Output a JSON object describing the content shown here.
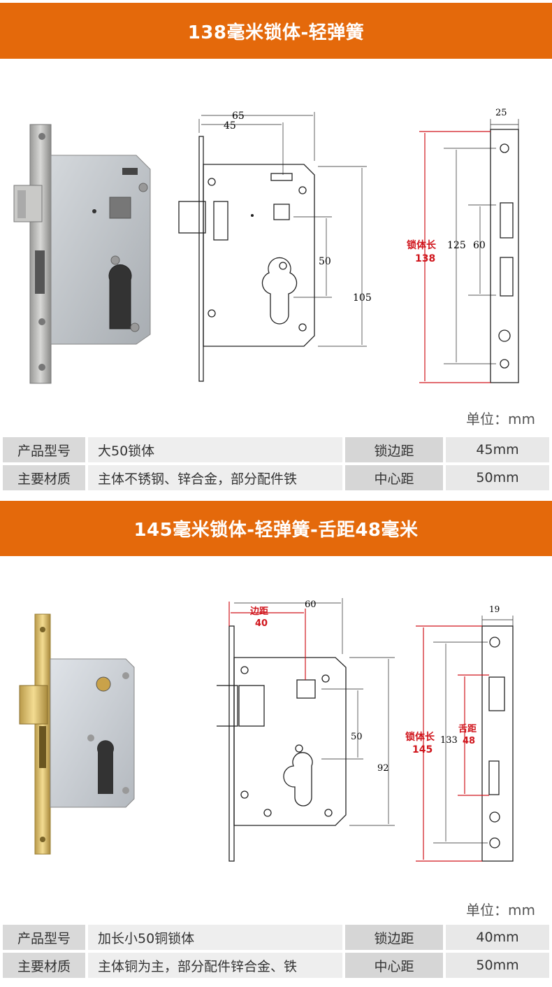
{
  "section1": {
    "title": "138毫米锁体-轻弹簧",
    "dims": {
      "w65": "65",
      "w45": "45",
      "h50": "50",
      "h105": "105",
      "w25": "25",
      "h125": "125",
      "h60": "60",
      "red_label": "锁体长",
      "red_value": "138"
    },
    "unit": "单位：mm",
    "spec": {
      "model_label": "产品型号",
      "model_value": "大50锁体",
      "backset_label": "锁边距",
      "backset_value": "45mm",
      "material_label": "主要材质",
      "material_value": "主体不锈钢、锌合金，部分配件铁",
      "center_label": "中心距",
      "center_value": "50mm"
    }
  },
  "section2": {
    "title": "145毫米锁体-轻弹簧-舌距48毫米",
    "dims": {
      "w60": "60",
      "edge_label": "边距",
      "edge_value": "40",
      "h50": "50",
      "h92": "92",
      "w19": "19",
      "h133": "133",
      "tongue_label": "舌距",
      "tongue_value": "48",
      "red_label": "锁体长",
      "red_value": "145"
    },
    "unit": "单位：mm",
    "spec": {
      "model_label": "产品型号",
      "model_value": "加长小50铜锁体",
      "backset_label": "锁边距",
      "backset_value": "40mm",
      "material_label": "主要材质",
      "material_value": "主体铜为主，部分配件锌合金、铁",
      "center_label": "中心距",
      "center_value": "50mm"
    }
  }
}
